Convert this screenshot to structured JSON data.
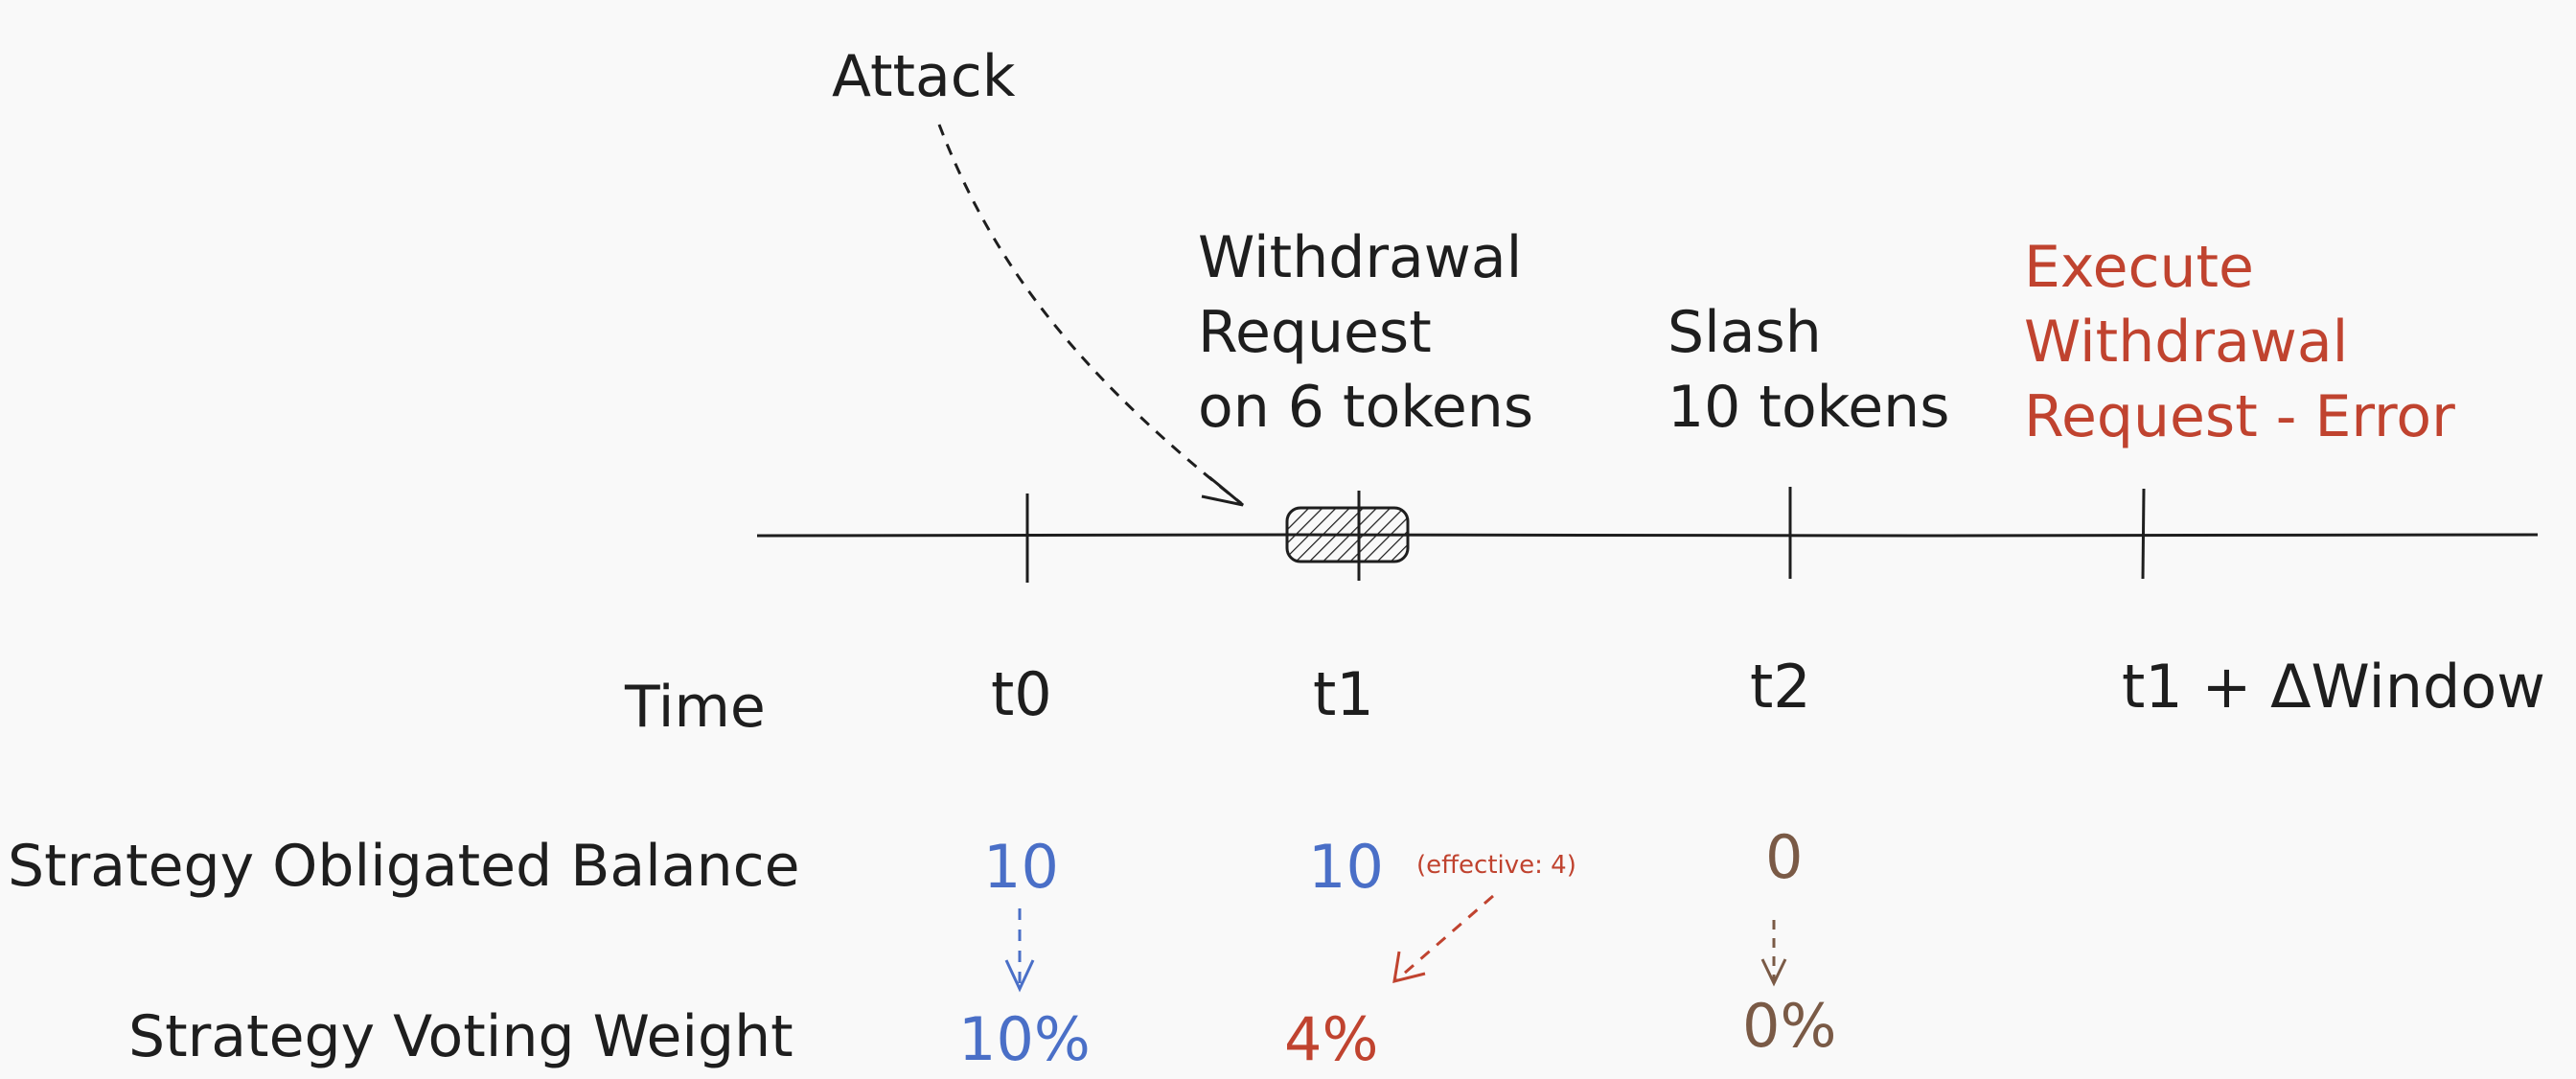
{
  "colors": {
    "ink": "#1e1e1e",
    "blue": "#4a6fc7",
    "red": "#c0432f",
    "brown": "#7a5a46"
  },
  "annotations": {
    "attack": "Attack",
    "withdrawal_request": [
      "Withdrawal",
      "Request",
      "on 6 tokens"
    ],
    "slash": [
      "Slash",
      "10 tokens"
    ],
    "execute": [
      "Execute",
      "Withdrawal",
      "Request - Error"
    ]
  },
  "timeline": {
    "row_label": "Time",
    "ticks": [
      "t0",
      "t1",
      "t2",
      "t1 + ΔWindow"
    ]
  },
  "rows": {
    "balance": {
      "label": "Strategy Obligated Balance",
      "values": [
        "10",
        "10",
        "0"
      ],
      "note": "(effective: 4)"
    },
    "weight": {
      "label": "Strategy Voting Weight",
      "values": [
        "10%",
        "4%",
        "0%"
      ]
    }
  }
}
